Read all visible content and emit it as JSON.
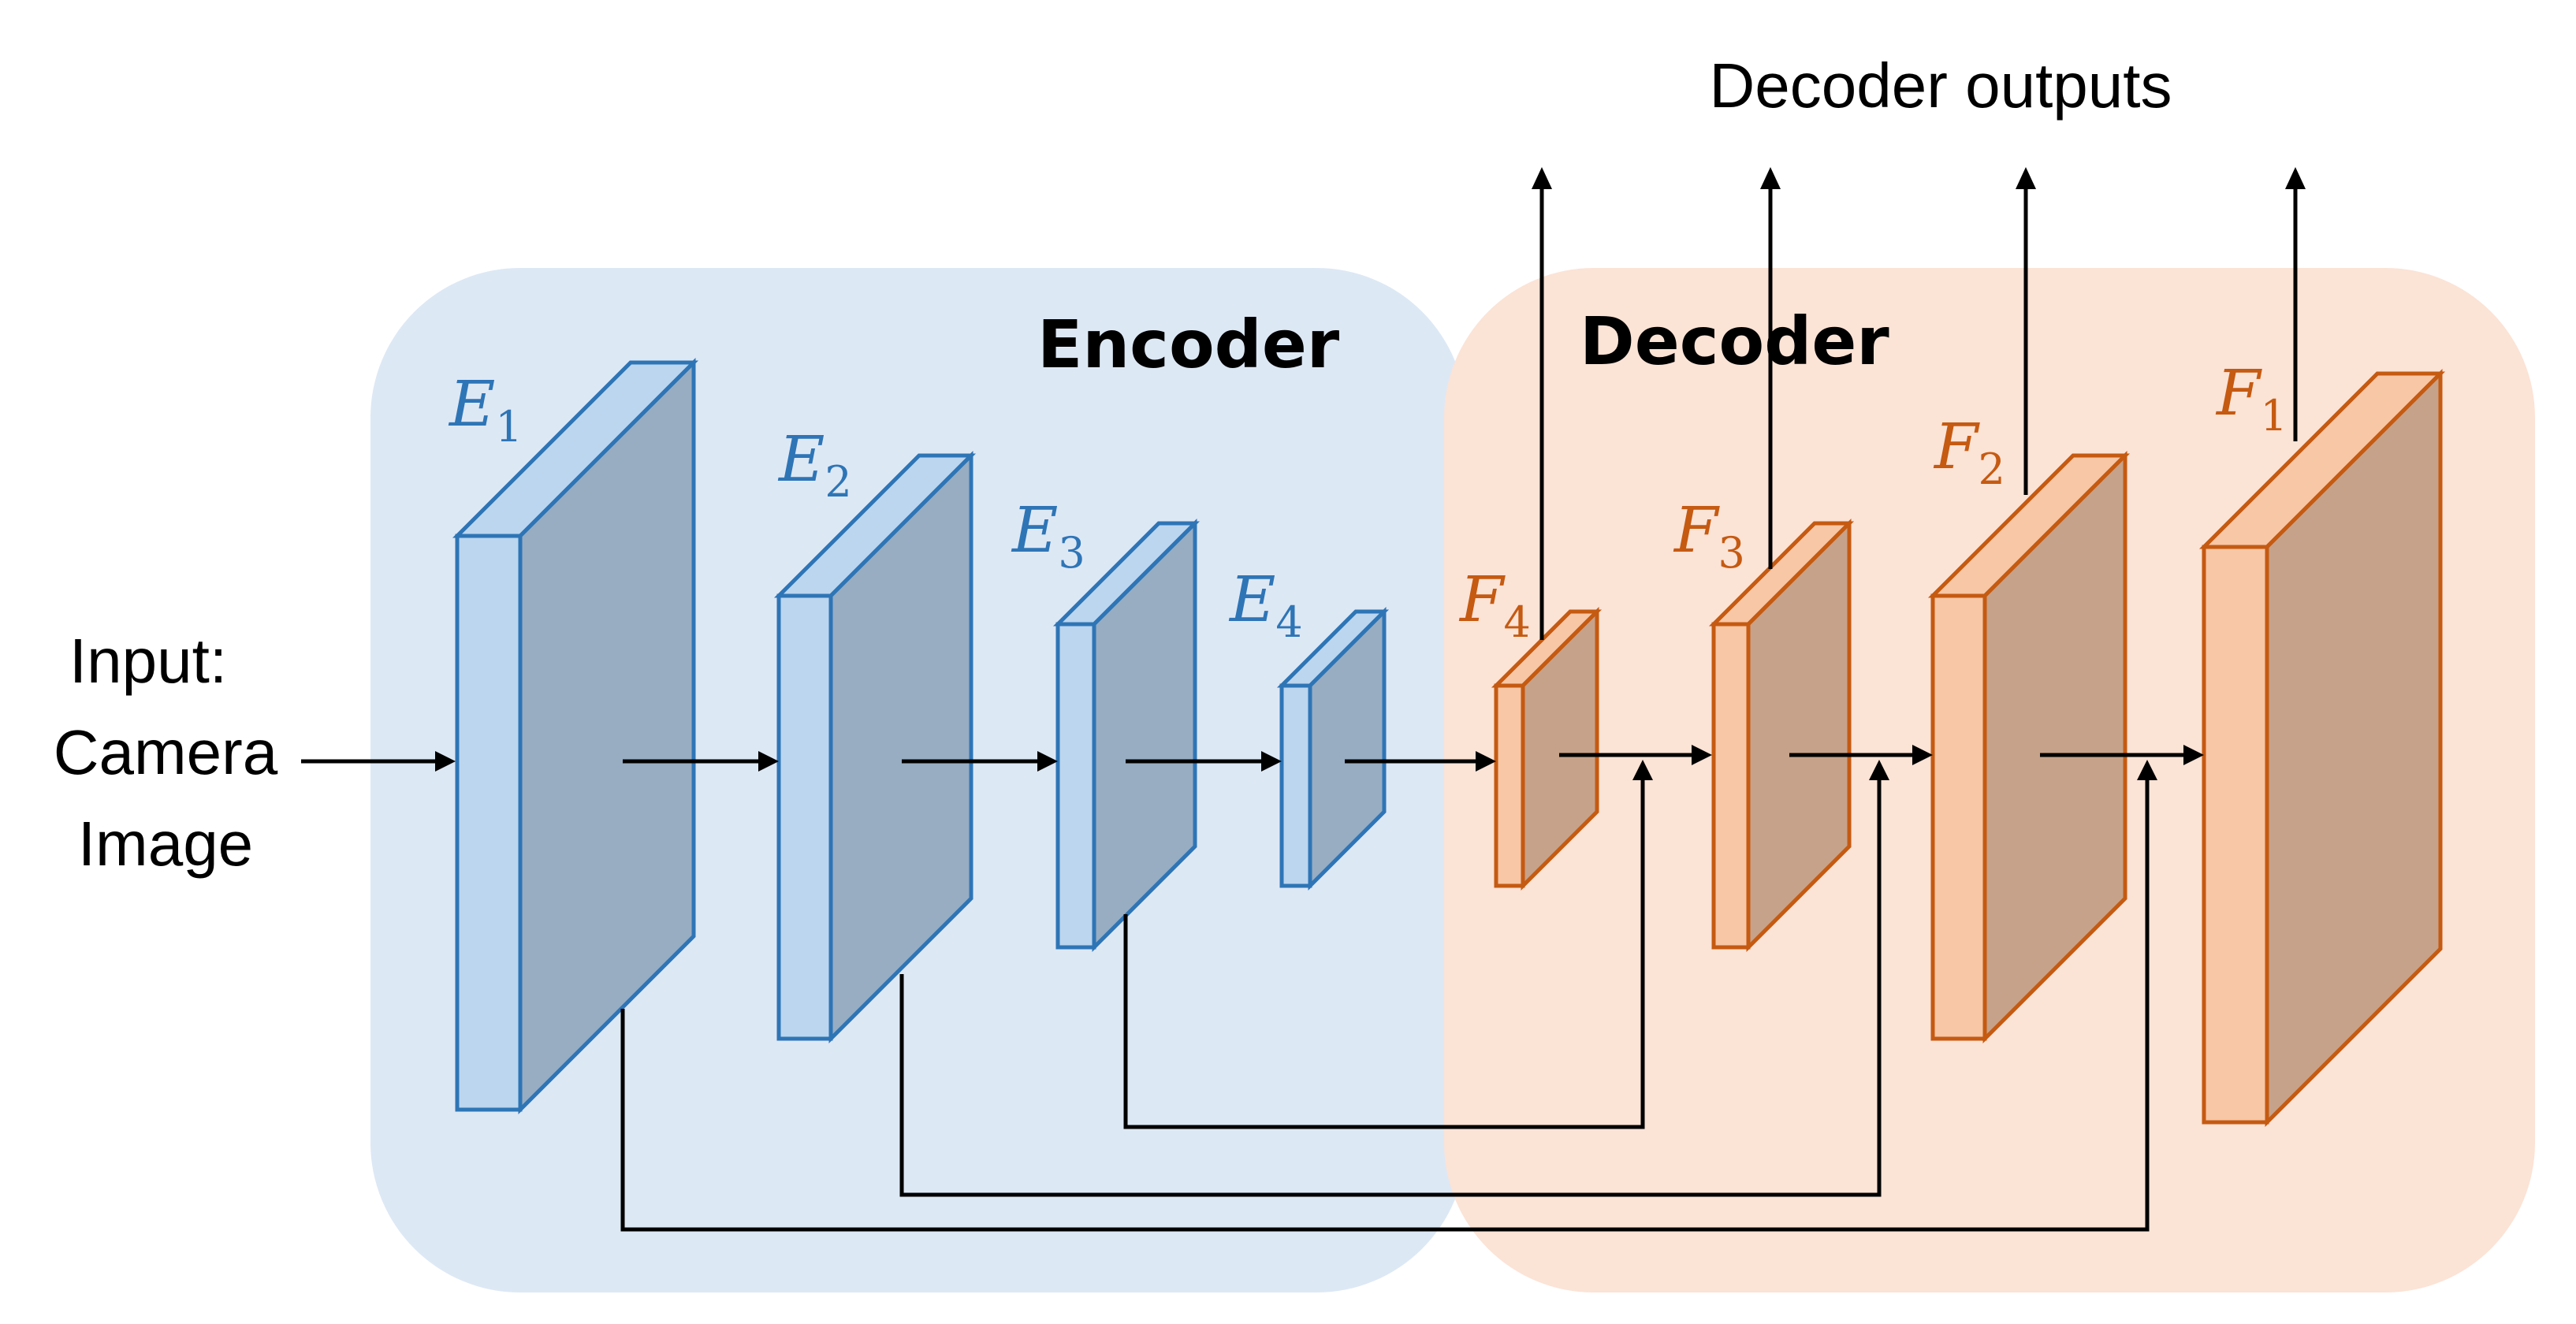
{
  "colors": {
    "encoder_bg": "#dde8f5",
    "decoder_bg": "#fbe3d6",
    "enc_front": "#bcd6ef",
    "enc_side": "#98adc2",
    "enc_stroke": "#2e75b6",
    "dec_front": "#f7c7a6",
    "dec_side": "#c6a28a",
    "dec_stroke": "#c55a11",
    "arrow": "#000000"
  },
  "input_label": [
    "Input:",
    "Camera",
    "Image"
  ],
  "encoder_title": "Encoder",
  "decoder_title": "Decoder",
  "outputs_title": "Decoder outputs",
  "encoder_blocks": [
    {
      "name": "E",
      "sub": "1"
    },
    {
      "name": "E",
      "sub": "2"
    },
    {
      "name": "E",
      "sub": "3"
    },
    {
      "name": "E",
      "sub": "4"
    }
  ],
  "decoder_blocks": [
    {
      "name": "F",
      "sub": "4"
    },
    {
      "name": "F",
      "sub": "3"
    },
    {
      "name": "F",
      "sub": "2"
    },
    {
      "name": "F",
      "sub": "1"
    }
  ]
}
